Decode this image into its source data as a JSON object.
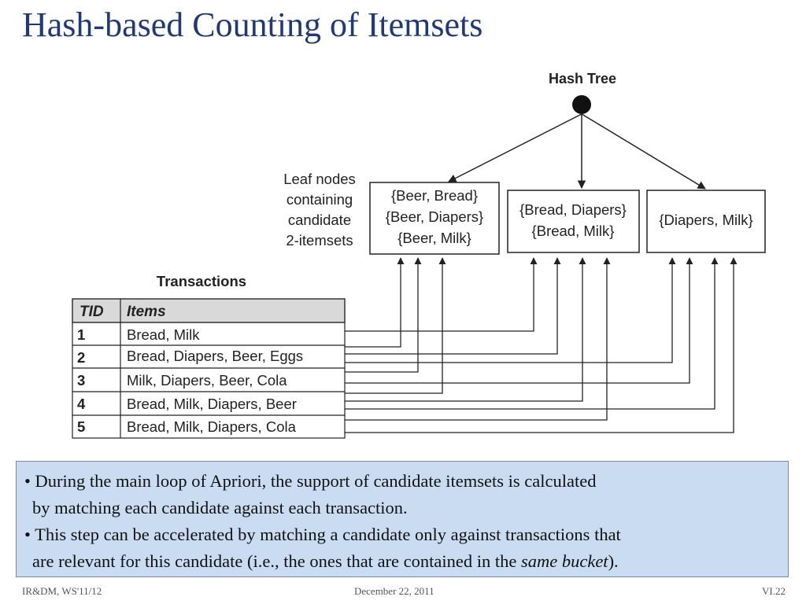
{
  "slide": {
    "title": "Hash-based Counting of Itemsets"
  },
  "diagram": {
    "hash_tree_label": "Hash Tree",
    "leaf_caption": [
      "Leaf nodes",
      "containing",
      "candidate",
      "2-itemsets"
    ],
    "leaves": [
      {
        "itemsets": [
          "{Beer, Bread}",
          "{Beer, Diapers}",
          "{Beer, Milk}"
        ]
      },
      {
        "itemsets": [
          "{Bread, Diapers}",
          "{Bread, Milk}"
        ]
      },
      {
        "itemsets": [
          "{Diapers, Milk}"
        ]
      }
    ],
    "transactions_label": "Transactions",
    "table": {
      "headers": [
        "TID",
        "Items"
      ],
      "rows": [
        {
          "tid": "1",
          "items": "Bread, Milk"
        },
        {
          "tid": "2",
          "items": "Bread, Diapers, Beer, Eggs"
        },
        {
          "tid": "3",
          "items": "Milk, Diapers, Beer, Cola"
        },
        {
          "tid": "4",
          "items": "Bread, Milk, Diapers, Beer"
        },
        {
          "tid": "5",
          "items": "Bread, Milk, Diapers, Cola"
        }
      ]
    }
  },
  "note": {
    "bullet1_line1": "• During the main loop of Apriori, the support of candidate itemsets is calculated",
    "bullet1_line2": "by matching each candidate against each transaction.",
    "bullet2_line1": "• This step can be accelerated by matching a candidate only against transactions that",
    "bullet2_line2_pre": "are relevant for this candidate (i.e., the ones that are contained in the ",
    "bullet2_line2_em": "same bucket",
    "bullet2_line2_post": ")."
  },
  "footer": {
    "left": "IR&DM, WS'11/12",
    "center": "December 22, 2011",
    "right": "VI.22"
  },
  "colors": {
    "title": "#1f3a76",
    "note_background": "#c9dcf2",
    "table_header": "#d9d9d9"
  }
}
